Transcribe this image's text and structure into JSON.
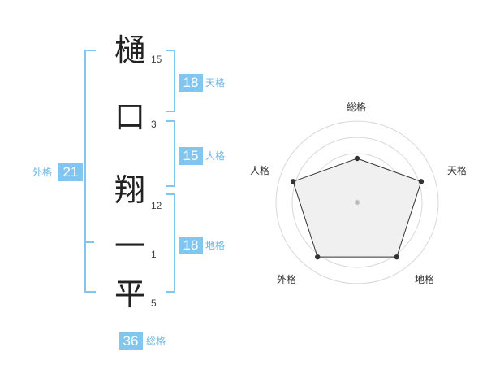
{
  "name": {
    "characters": [
      {
        "char": "樋",
        "strokes": "15"
      },
      {
        "char": "口",
        "strokes": "3"
      },
      {
        "char": "翔",
        "strokes": "12"
      },
      {
        "char": "一",
        "strokes": "1"
      },
      {
        "char": "平",
        "strokes": "5"
      }
    ]
  },
  "fortune": {
    "tenkaku": {
      "value": "18",
      "label": "天格"
    },
    "jinkaku": {
      "value": "15",
      "label": "人格"
    },
    "chikaku": {
      "value": "18",
      "label": "地格"
    },
    "gaikaku": {
      "value": "21",
      "label": "外格"
    },
    "soukaku": {
      "value": "36",
      "label": "総格"
    }
  },
  "radar": {
    "axes": [
      "総格",
      "天格",
      "地格",
      "外格",
      "人格"
    ],
    "values": [
      0.54,
      0.83,
      0.83,
      0.83,
      0.83
    ],
    "max": 1
  },
  "colors": {
    "accent": "#80c6f0",
    "label_text": "#6db7e6",
    "radar_fill": "#f0f0f0",
    "radar_line": "#333333",
    "ring": "#d8d8d8"
  }
}
